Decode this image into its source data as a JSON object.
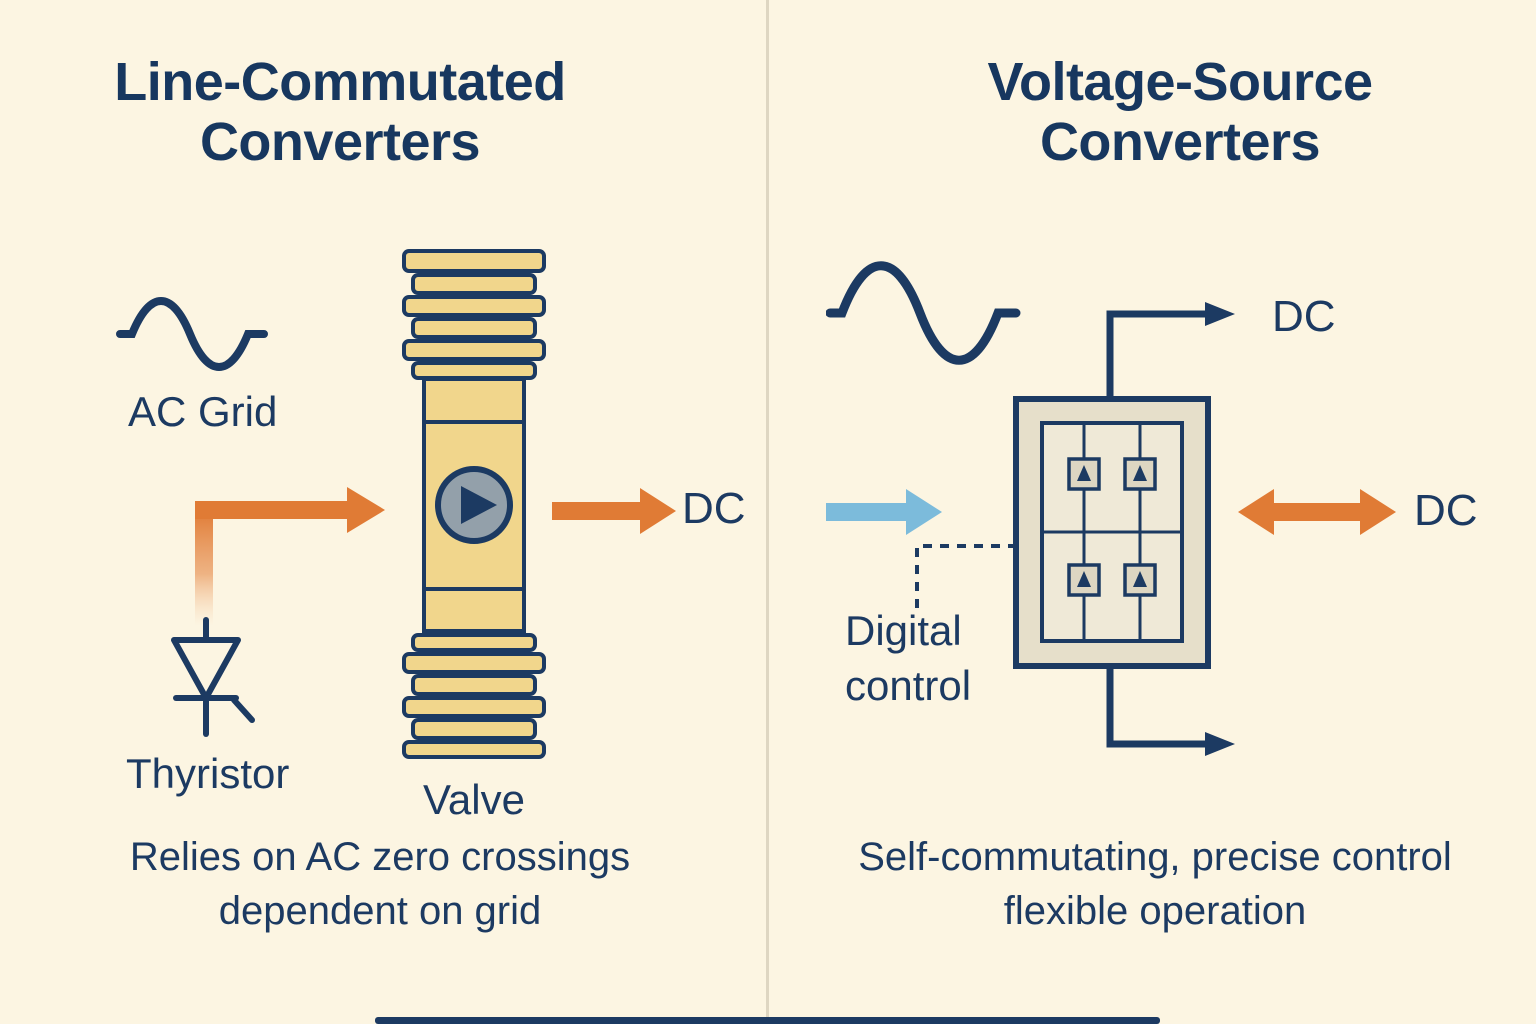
{
  "left_panel": {
    "title": "Line-Commutated\nConverters",
    "ac_grid_label": "AC Grid",
    "dc_label": "DC",
    "thyristor_label": "Thyristor",
    "valve_label": "Valve",
    "caption": "Relies on AC zero crossings\ndependent on grid"
  },
  "right_panel": {
    "title": "Voltage-Source\nConverters",
    "dc_top_label": "DC",
    "dc_side_label": "DC",
    "digital_control_label": "Digital\ncontrol",
    "caption": "Self-commutating, precise control\nflexible operation"
  },
  "icons": {
    "left_ac_wave": "sine-wave-icon",
    "right_ac_wave": "sine-wave-icon",
    "thyristor_symbol": "thyristor-symbol-icon",
    "valve_graphic": "thyristor-valve-graphic",
    "converter_box": "igbt-bridge-graphic",
    "input_arrow_left": "orange-elbow-arrow",
    "output_arrow_left": "orange-right-arrow",
    "input_arrow_right": "blue-right-arrow",
    "bidirectional_arrow_right": "orange-double-arrow"
  },
  "colors": {
    "navy": "#1c3a62",
    "orange": "#e07b35",
    "light_blue": "#7cbbdb",
    "valve_gold": "#f1d68c",
    "box_tan": "#e6dfca",
    "background": "#fcf5e2"
  }
}
